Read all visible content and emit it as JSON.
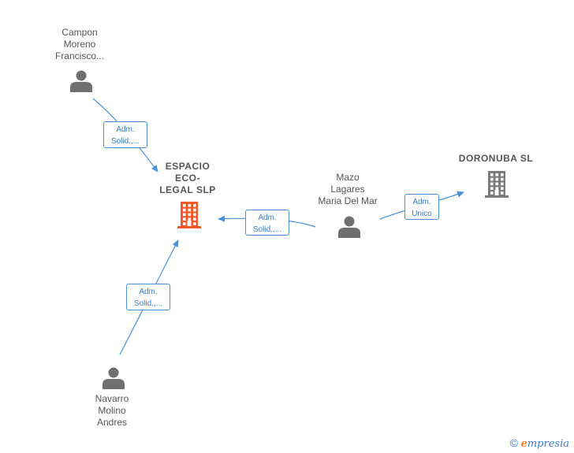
{
  "nodes": {
    "espacio": {
      "label_lines": [
        "ESPACIO",
        "ECO-",
        "LEGAL SLP"
      ],
      "kind": "company",
      "color": "#f05a28"
    },
    "doronuba": {
      "label_lines": [
        "DORONUBA SL"
      ],
      "kind": "company",
      "color": "#7a7a7a"
    },
    "campon": {
      "label_lines": [
        "Campon",
        "Moreno",
        "Francisco..."
      ],
      "kind": "person"
    },
    "mazo": {
      "label_lines": [
        "Mazo",
        "Lagares",
        "Maria Del Mar"
      ],
      "kind": "person"
    },
    "navarro": {
      "label_lines": [
        "Navarro",
        "Molino",
        "Andres"
      ],
      "kind": "person"
    }
  },
  "edges": [
    {
      "from": "campon",
      "to": "espacio",
      "label_lines": [
        "Adm.",
        "Solid.,..."
      ]
    },
    {
      "from": "mazo",
      "to": "espacio",
      "label_lines": [
        "Adm.",
        "Solid.,..."
      ]
    },
    {
      "from": "navarro",
      "to": "espacio",
      "label_lines": [
        "Adm.",
        "Solid.,..."
      ]
    },
    {
      "from": "mazo",
      "to": "doronuba",
      "label_lines": [
        "Adm.",
        "Unico"
      ]
    }
  ],
  "colors": {
    "edge": "#4a90d9",
    "person_icon": "#6f6f6f",
    "label_text": "#555555"
  },
  "brand": {
    "copyright": "©",
    "e": "e",
    "rest": "mpresia"
  }
}
